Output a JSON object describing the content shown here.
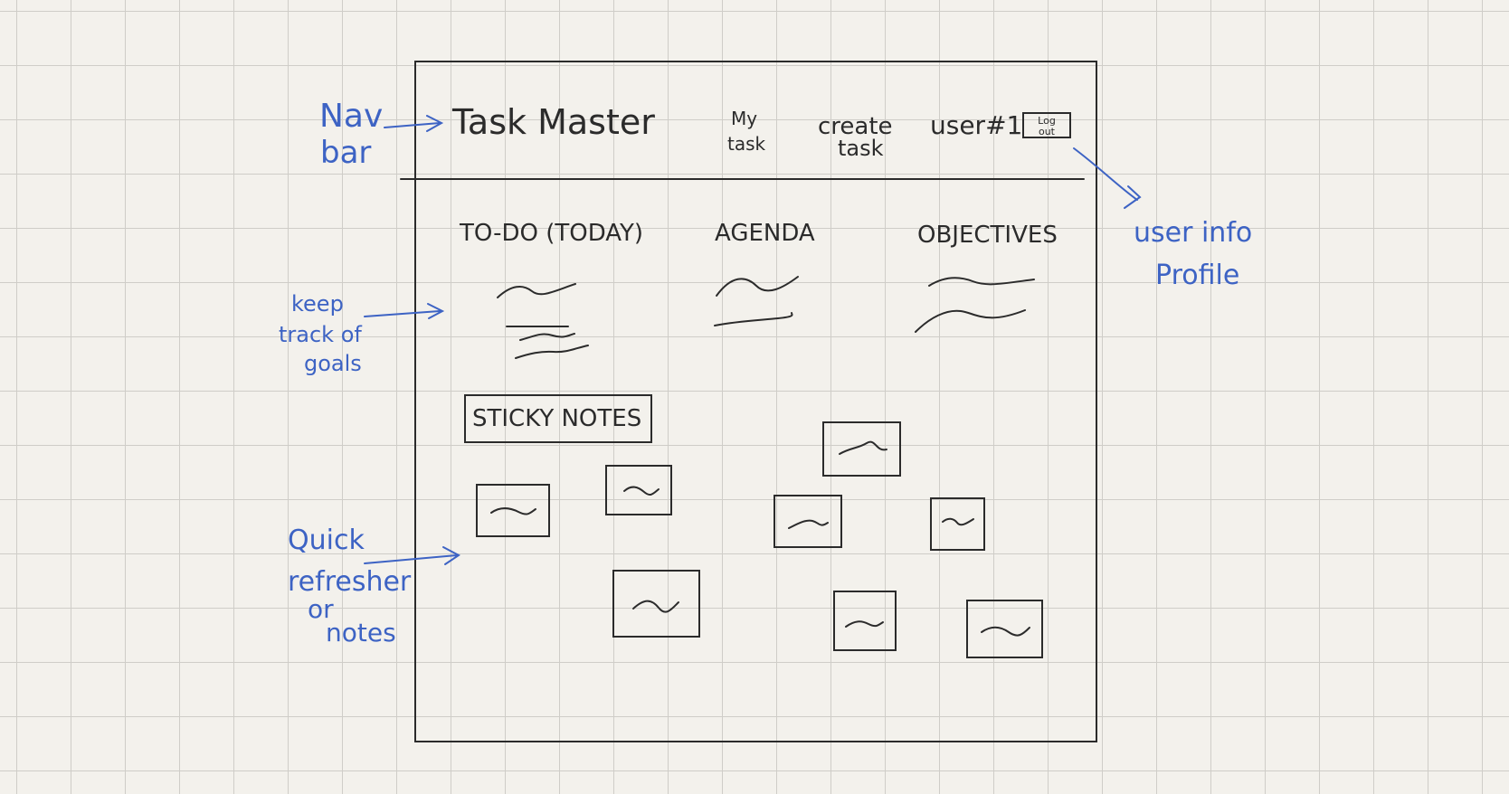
{
  "navbar": {
    "brand": "Task Master",
    "my_task": [
      "My",
      "task"
    ],
    "create_task": [
      "create",
      "task"
    ],
    "user": "user#1",
    "logout": [
      "Log",
      "out"
    ]
  },
  "sections": {
    "todo": "TO-DO (TODAY)",
    "agenda": "AGENDA",
    "objectives": "OBJECTIVES",
    "sticky_notes": "STICKY NOTES"
  },
  "annotations": {
    "navbar": [
      "Nav",
      "bar"
    ],
    "user_info": [
      "user info",
      "Profile"
    ],
    "goals": [
      "keep",
      "track of",
      "goals"
    ],
    "notes": [
      "Quick",
      "refresher",
      "or",
      "notes"
    ]
  },
  "colors": {
    "ink": "#2b2b2b",
    "annotation": "#3d63c4",
    "paper": "#f3f1ec",
    "grid": "#cfcdc8"
  }
}
